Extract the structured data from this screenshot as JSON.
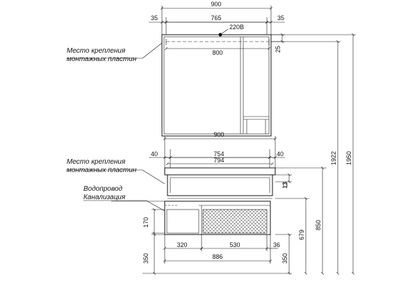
{
  "top_view": {
    "dims": {
      "total_width": "900",
      "left_margin": "35",
      "inner_width": "765",
      "right_margin": "35",
      "power": "220В",
      "mount_span": "800",
      "mount_offset": "25"
    },
    "label": [
      "Место крепления",
      "монтажных пластин"
    ]
  },
  "bottom_view": {
    "dims": {
      "total_width": "900",
      "left_margin": "40",
      "inner_width_a": "754",
      "inner_width_b": "794",
      "right_margin": "40",
      "offset_13": "13",
      "height_170": "170",
      "shelf_320": "320",
      "drawer_530": "530",
      "gap_36": "36",
      "floor_350_left": "350",
      "base_886": "886",
      "floor_350_right": "350",
      "height_679": "679",
      "height_850": "850",
      "height_1922": "1922",
      "height_1950": "1950"
    },
    "label_mount": [
      "Место крепления",
      "монтажных пластин"
    ],
    "label_pipes": [
      "Водопровод",
      "Канализация"
    ]
  }
}
